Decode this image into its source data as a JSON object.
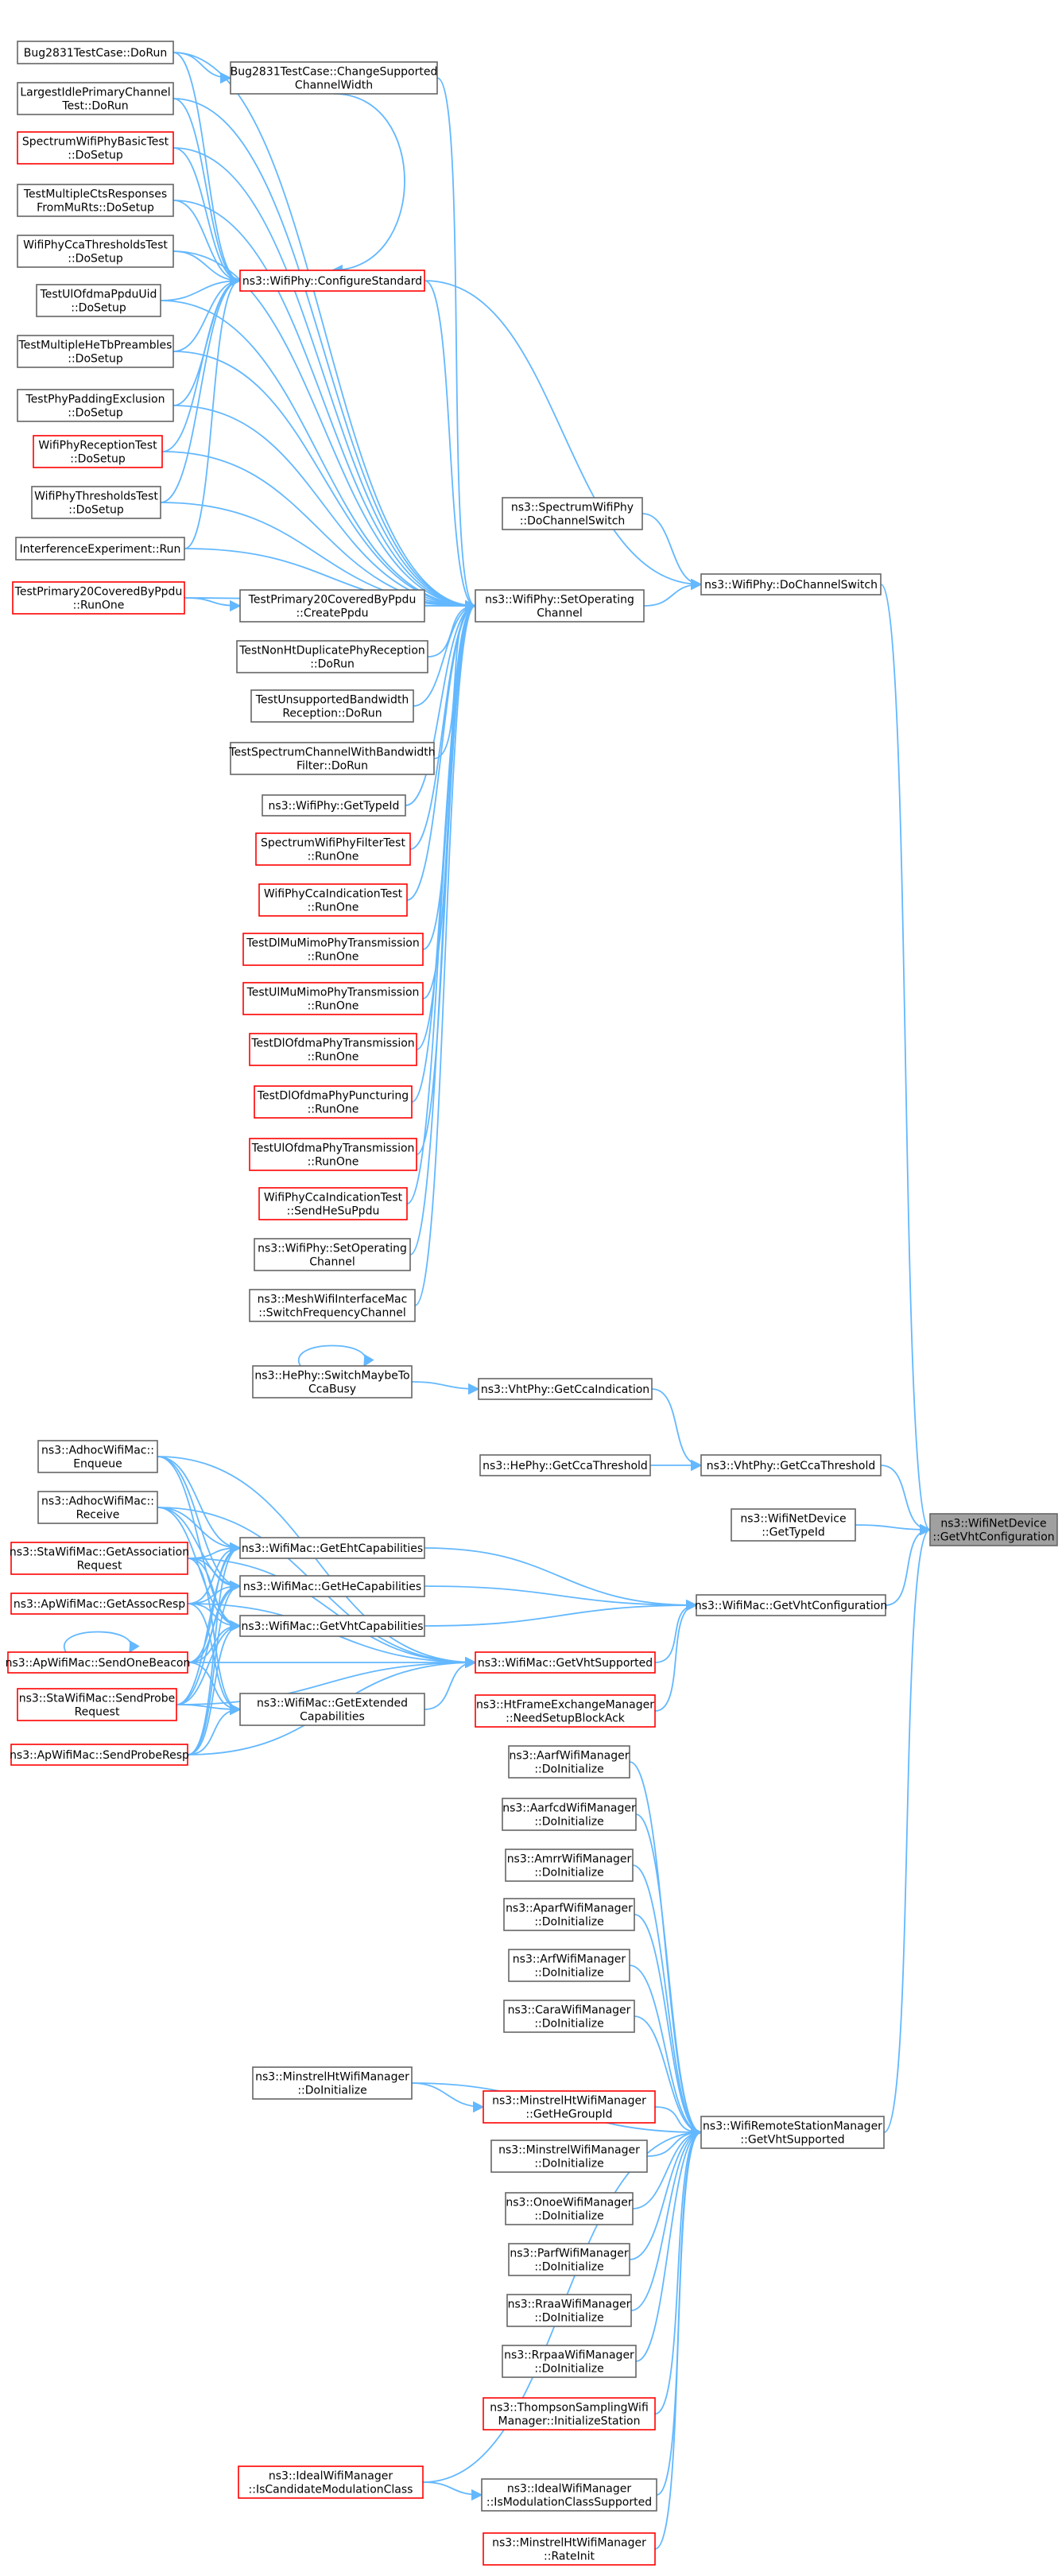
{
  "colors": {
    "edge": "#63b8ff",
    "normal_border": "#666666",
    "truncated_border": "#ff0000",
    "root_fill": "#a0a0a0",
    "node_fill": "#ffffff"
  },
  "nodes": [
    {
      "id": "root",
      "kind": "root",
      "lines": [
        "ns3::WifiNetDevice",
        "::GetVhtConfiguration"
      ]
    },
    {
      "id": "n1",
      "kind": "normal",
      "lines": [
        "Bug2831TestCase::DoRun"
      ]
    },
    {
      "id": "n2",
      "kind": "normal",
      "lines": [
        "Bug2831TestCase::ChangeSupported",
        "ChannelWidth"
      ]
    },
    {
      "id": "n3",
      "kind": "normal",
      "lines": [
        "LargestIdlePrimaryChannel",
        "Test::DoRun"
      ]
    },
    {
      "id": "n4",
      "kind": "truncated",
      "lines": [
        "SpectrumWifiPhyBasicTest",
        "::DoSetup"
      ]
    },
    {
      "id": "n5",
      "kind": "normal",
      "lines": [
        "TestMultipleCtsResponses",
        "FromMuRts::DoSetup"
      ]
    },
    {
      "id": "n6",
      "kind": "normal",
      "lines": [
        "WifiPhyCcaThresholdsTest",
        "::DoSetup"
      ]
    },
    {
      "id": "n7",
      "kind": "truncated",
      "lines": [
        "ns3::WifiPhy::ConfigureStandard"
      ]
    },
    {
      "id": "n8",
      "kind": "normal",
      "lines": [
        "TestUlOfdmaPpduUid",
        "::DoSetup"
      ]
    },
    {
      "id": "n9",
      "kind": "normal",
      "lines": [
        "TestMultipleHeTbPreambles",
        "::DoSetup"
      ]
    },
    {
      "id": "n10",
      "kind": "normal",
      "lines": [
        "TestPhyPaddingExclusion",
        "::DoSetup"
      ]
    },
    {
      "id": "n11",
      "kind": "truncated",
      "lines": [
        "WifiPhyReceptionTest",
        "::DoSetup"
      ]
    },
    {
      "id": "n12",
      "kind": "normal",
      "lines": [
        "WifiPhyThresholdsTest",
        "::DoSetup"
      ]
    },
    {
      "id": "n13",
      "kind": "normal",
      "lines": [
        "InterferenceExperiment::Run"
      ]
    },
    {
      "id": "n14",
      "kind": "normal",
      "lines": [
        "ns3::SpectrumWifiPhy",
        "::DoChannelSwitch"
      ]
    },
    {
      "id": "n15",
      "kind": "normal",
      "lines": [
        "ns3::WifiPhy::DoChannelSwitch"
      ]
    },
    {
      "id": "n16",
      "kind": "truncated",
      "lines": [
        "TestPrimary20CoveredByPpdu",
        "::RunOne"
      ]
    },
    {
      "id": "n17",
      "kind": "normal",
      "lines": [
        "TestPrimary20CoveredByPpdu",
        "::CreatePpdu"
      ]
    },
    {
      "id": "n18",
      "kind": "normal",
      "lines": [
        "ns3::WifiPhy::SetOperating",
        "Channel"
      ]
    },
    {
      "id": "n19",
      "kind": "normal",
      "lines": [
        "TestNonHtDuplicatePhyReception",
        "::DoRun"
      ]
    },
    {
      "id": "n20",
      "kind": "normal",
      "lines": [
        "TestUnsupportedBandwidth",
        "Reception::DoRun"
      ]
    },
    {
      "id": "n21",
      "kind": "normal",
      "lines": [
        "TestSpectrumChannelWithBandwidth",
        "Filter::DoRun"
      ]
    },
    {
      "id": "n22",
      "kind": "normal",
      "lines": [
        "ns3::WifiPhy::GetTypeId"
      ]
    },
    {
      "id": "n23",
      "kind": "truncated",
      "lines": [
        "SpectrumWifiPhyFilterTest",
        "::RunOne"
      ]
    },
    {
      "id": "n24",
      "kind": "truncated",
      "lines": [
        "WifiPhyCcaIndicationTest",
        "::RunOne"
      ]
    },
    {
      "id": "n25",
      "kind": "truncated",
      "lines": [
        "TestDlMuMimoPhyTransmission",
        "::RunOne"
      ]
    },
    {
      "id": "n26",
      "kind": "truncated",
      "lines": [
        "TestUlMuMimoPhyTransmission",
        "::RunOne"
      ]
    },
    {
      "id": "n27",
      "kind": "truncated",
      "lines": [
        "TestDlOfdmaPhyTransmission",
        "::RunOne"
      ]
    },
    {
      "id": "n28",
      "kind": "truncated",
      "lines": [
        "TestDlOfdmaPhyPuncturing",
        "::RunOne"
      ]
    },
    {
      "id": "n29",
      "kind": "truncated",
      "lines": [
        "TestUlOfdmaPhyTransmission",
        "::RunOne"
      ]
    },
    {
      "id": "n30",
      "kind": "truncated",
      "lines": [
        "WifiPhyCcaIndicationTest",
        "::SendHeSuPpdu"
      ]
    },
    {
      "id": "n31",
      "kind": "normal",
      "lines": [
        "ns3::WifiPhy::SetOperating",
        "Channel"
      ]
    },
    {
      "id": "n32",
      "kind": "normal",
      "lines": [
        "ns3::MeshWifiInterfaceMac",
        "::SwitchFrequencyChannel"
      ]
    },
    {
      "id": "n33",
      "kind": "normal",
      "lines": [
        "ns3::HePhy::SwitchMaybeTo",
        "CcaBusy"
      ]
    },
    {
      "id": "n34",
      "kind": "normal",
      "lines": [
        "ns3::VhtPhy::GetCcaIndication"
      ]
    },
    {
      "id": "n35",
      "kind": "normal",
      "lines": [
        "ns3::HePhy::GetCcaThreshold"
      ]
    },
    {
      "id": "n36",
      "kind": "normal",
      "lines": [
        "ns3::VhtPhy::GetCcaThreshold"
      ]
    },
    {
      "id": "n37",
      "kind": "normal",
      "lines": [
        "ns3::AdhocWifiMac::",
        "Enqueue"
      ]
    },
    {
      "id": "n38",
      "kind": "normal",
      "lines": [
        "ns3::AdhocWifiMac::",
        "Receive"
      ]
    },
    {
      "id": "n39",
      "kind": "normal",
      "lines": [
        "ns3::WifiNetDevice",
        "::GetTypeId"
      ]
    },
    {
      "id": "n40",
      "kind": "truncated",
      "lines": [
        "ns3::StaWifiMac::GetAssociation",
        "Request"
      ]
    },
    {
      "id": "n41",
      "kind": "normal",
      "lines": [
        "ns3::WifiMac::GetEhtCapabilities"
      ]
    },
    {
      "id": "n42",
      "kind": "truncated",
      "lines": [
        "ns3::ApWifiMac::GetAssocResp"
      ]
    },
    {
      "id": "n43",
      "kind": "normal",
      "lines": [
        "ns3::WifiMac::GetHeCapabilities"
      ]
    },
    {
      "id": "n44",
      "kind": "normal",
      "lines": [
        "ns3::WifiMac::GetVhtConfiguration"
      ]
    },
    {
      "id": "n45",
      "kind": "normal",
      "lines": [
        "ns3::WifiMac::GetVhtCapabilities"
      ]
    },
    {
      "id": "n46",
      "kind": "truncated",
      "lines": [
        "ns3::ApWifiMac::SendOneBeacon"
      ]
    },
    {
      "id": "n47",
      "kind": "truncated",
      "lines": [
        "ns3::WifiMac::GetVhtSupported"
      ]
    },
    {
      "id": "n48",
      "kind": "truncated",
      "lines": [
        "ns3::StaWifiMac::SendProbe",
        "Request"
      ]
    },
    {
      "id": "n49",
      "kind": "normal",
      "lines": [
        "ns3::WifiMac::GetExtended",
        "Capabilities"
      ]
    },
    {
      "id": "n50",
      "kind": "truncated",
      "lines": [
        "ns3::HtFrameExchangeManager",
        "::NeedSetupBlockAck"
      ]
    },
    {
      "id": "n51",
      "kind": "truncated",
      "lines": [
        "ns3::ApWifiMac::SendProbeResp"
      ]
    },
    {
      "id": "n52",
      "kind": "normal",
      "lines": [
        "ns3::AarfWifiManager",
        "::DoInitialize"
      ]
    },
    {
      "id": "n53",
      "kind": "normal",
      "lines": [
        "ns3::AarfcdWifiManager",
        "::DoInitialize"
      ]
    },
    {
      "id": "n54",
      "kind": "normal",
      "lines": [
        "ns3::AmrrWifiManager",
        "::DoInitialize"
      ]
    },
    {
      "id": "n55",
      "kind": "normal",
      "lines": [
        "ns3::AparfWifiManager",
        "::DoInitialize"
      ]
    },
    {
      "id": "n56",
      "kind": "normal",
      "lines": [
        "ns3::ArfWifiManager",
        "::DoInitialize"
      ]
    },
    {
      "id": "n57",
      "kind": "normal",
      "lines": [
        "ns3::CaraWifiManager",
        "::DoInitialize"
      ]
    },
    {
      "id": "n58",
      "kind": "normal",
      "lines": [
        "ns3::MinstrelHtWifiManager",
        "::DoInitialize"
      ]
    },
    {
      "id": "n59",
      "kind": "truncated",
      "lines": [
        "ns3::MinstrelHtWifiManager",
        "::GetHeGroupId"
      ]
    },
    {
      "id": "n60",
      "kind": "normal",
      "lines": [
        "ns3::WifiRemoteStationManager",
        "::GetVhtSupported"
      ]
    },
    {
      "id": "n61",
      "kind": "normal",
      "lines": [
        "ns3::MinstrelWifiManager",
        "::DoInitialize"
      ]
    },
    {
      "id": "n62",
      "kind": "normal",
      "lines": [
        "ns3::OnoeWifiManager",
        "::DoInitialize"
      ]
    },
    {
      "id": "n63",
      "kind": "normal",
      "lines": [
        "ns3::ParfWifiManager",
        "::DoInitialize"
      ]
    },
    {
      "id": "n64",
      "kind": "normal",
      "lines": [
        "ns3::RraaWifiManager",
        "::DoInitialize"
      ]
    },
    {
      "id": "n65",
      "kind": "normal",
      "lines": [
        "ns3::RrpaaWifiManager",
        "::DoInitialize"
      ]
    },
    {
      "id": "n66",
      "kind": "truncated",
      "lines": [
        "ns3::ThompsonSamplingWifi",
        "Manager::InitializeStation"
      ]
    },
    {
      "id": "n67",
      "kind": "truncated",
      "lines": [
        "ns3::IdealWifiManager",
        "::IsCandidateModulationClass"
      ]
    },
    {
      "id": "n68",
      "kind": "normal",
      "lines": [
        "ns3::IdealWifiManager",
        "::IsModulationClassSupported"
      ]
    },
    {
      "id": "n69",
      "kind": "truncated",
      "lines": [
        "ns3::MinstrelHtWifiManager",
        "::RateInit"
      ]
    }
  ],
  "edges": [
    [
      "n1",
      "n7"
    ],
    [
      "n2",
      "n7"
    ],
    [
      "n3",
      "n7"
    ],
    [
      "n4",
      "n7"
    ],
    [
      "n5",
      "n7"
    ],
    [
      "n6",
      "n7"
    ],
    [
      "n8",
      "n7"
    ],
    [
      "n9",
      "n7"
    ],
    [
      "n10",
      "n7"
    ],
    [
      "n11",
      "n7"
    ],
    [
      "n12",
      "n7"
    ],
    [
      "n13",
      "n7"
    ],
    [
      "n1",
      "n2"
    ],
    [
      "n7",
      "n18"
    ],
    [
      "n1",
      "n18"
    ],
    [
      "n2",
      "n18"
    ],
    [
      "n3",
      "n18"
    ],
    [
      "n4",
      "n18"
    ],
    [
      "n5",
      "n18"
    ],
    [
      "n6",
      "n18"
    ],
    [
      "n8",
      "n18"
    ],
    [
      "n9",
      "n18"
    ],
    [
      "n10",
      "n18"
    ],
    [
      "n11",
      "n18"
    ],
    [
      "n12",
      "n18"
    ],
    [
      "n13",
      "n18"
    ],
    [
      "n16",
      "n17"
    ],
    [
      "n17",
      "n18"
    ],
    [
      "n16",
      "n18"
    ],
    [
      "n19",
      "n18"
    ],
    [
      "n20",
      "n18"
    ],
    [
      "n21",
      "n18"
    ],
    [
      "n22",
      "n18"
    ],
    [
      "n23",
      "n18"
    ],
    [
      "n24",
      "n18"
    ],
    [
      "n25",
      "n18"
    ],
    [
      "n26",
      "n18"
    ],
    [
      "n27",
      "n18"
    ],
    [
      "n28",
      "n18"
    ],
    [
      "n29",
      "n18"
    ],
    [
      "n30",
      "n18"
    ],
    [
      "n31",
      "n18"
    ],
    [
      "n32",
      "n18"
    ],
    [
      "n14",
      "n15"
    ],
    [
      "n7",
      "n15"
    ],
    [
      "n18",
      "n15"
    ],
    [
      "n15",
      "root"
    ],
    [
      "n33",
      "n33"
    ],
    [
      "n33",
      "n34"
    ],
    [
      "n34",
      "n36"
    ],
    [
      "n35",
      "n36"
    ],
    [
      "n36",
      "root"
    ],
    [
      "n39",
      "root"
    ],
    [
      "n37",
      "n41"
    ],
    [
      "n37",
      "n43"
    ],
    [
      "n37",
      "n45"
    ],
    [
      "n37",
      "n47"
    ],
    [
      "n38",
      "n41"
    ],
    [
      "n38",
      "n43"
    ],
    [
      "n38",
      "n45"
    ],
    [
      "n38",
      "n47"
    ],
    [
      "n40",
      "n41"
    ],
    [
      "n40",
      "n43"
    ],
    [
      "n40",
      "n45"
    ],
    [
      "n40",
      "n49"
    ],
    [
      "n40",
      "n47"
    ],
    [
      "n42",
      "n41"
    ],
    [
      "n42",
      "n43"
    ],
    [
      "n42",
      "n45"
    ],
    [
      "n42",
      "n49"
    ],
    [
      "n42",
      "n47"
    ],
    [
      "n46",
      "n46"
    ],
    [
      "n46",
      "n41"
    ],
    [
      "n46",
      "n43"
    ],
    [
      "n46",
      "n45"
    ],
    [
      "n46",
      "n49"
    ],
    [
      "n46",
      "n47"
    ],
    [
      "n48",
      "n41"
    ],
    [
      "n48",
      "n43"
    ],
    [
      "n48",
      "n45"
    ],
    [
      "n48",
      "n49"
    ],
    [
      "n48",
      "n47"
    ],
    [
      "n51",
      "n41"
    ],
    [
      "n51",
      "n43"
    ],
    [
      "n51",
      "n45"
    ],
    [
      "n51",
      "n49"
    ],
    [
      "n51",
      "n47"
    ],
    [
      "n41",
      "n44"
    ],
    [
      "n43",
      "n44"
    ],
    [
      "n45",
      "n44"
    ],
    [
      "n47",
      "n44"
    ],
    [
      "n49",
      "n47"
    ],
    [
      "n50",
      "n44"
    ],
    [
      "n44",
      "root"
    ],
    [
      "n52",
      "n60"
    ],
    [
      "n53",
      "n60"
    ],
    [
      "n54",
      "n60"
    ],
    [
      "n55",
      "n60"
    ],
    [
      "n56",
      "n60"
    ],
    [
      "n57",
      "n60"
    ],
    [
      "n58",
      "n59"
    ],
    [
      "n58",
      "n60"
    ],
    [
      "n59",
      "n60"
    ],
    [
      "n61",
      "n60"
    ],
    [
      "n62",
      "n60"
    ],
    [
      "n63",
      "n60"
    ],
    [
      "n64",
      "n60"
    ],
    [
      "n65",
      "n60"
    ],
    [
      "n66",
      "n60"
    ],
    [
      "n67",
      "n68"
    ],
    [
      "n67",
      "n60"
    ],
    [
      "n68",
      "n60"
    ],
    [
      "n69",
      "n60"
    ],
    [
      "n60",
      "root"
    ]
  ]
}
